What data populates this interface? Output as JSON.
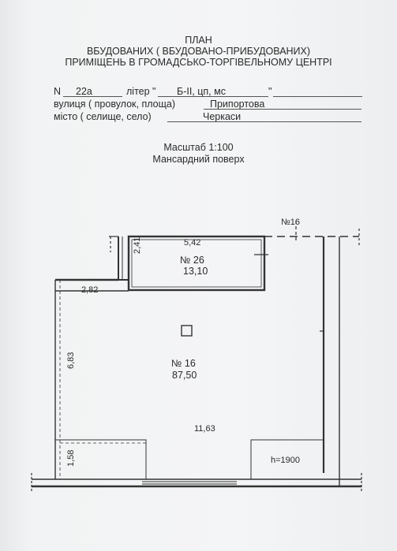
{
  "header": {
    "line1": "ПЛАН",
    "line2": "ВБУДОВАНИХ  ( ВБУДОВАНО-ПРИБУДОВАНИХ)",
    "line3": "ПРИМІЩЕНЬ В ГРОМАДСЬКО-ТОРГІВЕЛЬНОМУ ЦЕНТРІ"
  },
  "fields": {
    "n_label": "N",
    "n_value": "22а",
    "liter_label": "літер \"",
    "liter_value": "Б-II, цп, мс",
    "liter_close": "\"",
    "street_label": "вулиця  ( провулок, площа)",
    "street_value": "Припортова",
    "city_label": "місто  ( селище, село)",
    "city_value": "Черкаси"
  },
  "scale": {
    "label": "Масштаб 1:100",
    "floor": "Мансардний поверх"
  },
  "plan": {
    "neighbor_label": "№16",
    "room26": {
      "number": "№ 26",
      "area": "13,10",
      "width": "5,42",
      "depth": "2,41"
    },
    "room16": {
      "number": "№ 16",
      "area": "87,50"
    },
    "dims": {
      "d282": "2,82",
      "d683": "6,83",
      "d1163": "11,63",
      "d158": "1,58"
    },
    "height": "h=1900"
  }
}
